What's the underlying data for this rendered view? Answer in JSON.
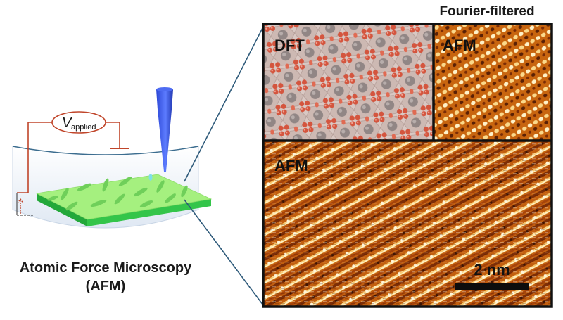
{
  "figure": {
    "panel_top_right_title": "Fourier-filtered",
    "panel_dft_label": "DFT",
    "panel_afm_small_label": "AFM",
    "panel_afm_large_label": "AFM",
    "scale_bar_label": "2 nm",
    "caption_line1": "Atomic Force Microscopy",
    "caption_line2": "(AFM)",
    "voltage_symbol": "V",
    "voltage_subscript": "applied"
  },
  "colors": {
    "surface_top": "#9cf07a",
    "surface_side": "#2ebd3f",
    "tip": "#3a5ef0",
    "circuit": "#c0452a",
    "afm_dark": "#7a2c06",
    "afm_mid": "#c96a14",
    "afm_light": "#fbe3a5",
    "zoom_line": "#2e5a7a"
  }
}
